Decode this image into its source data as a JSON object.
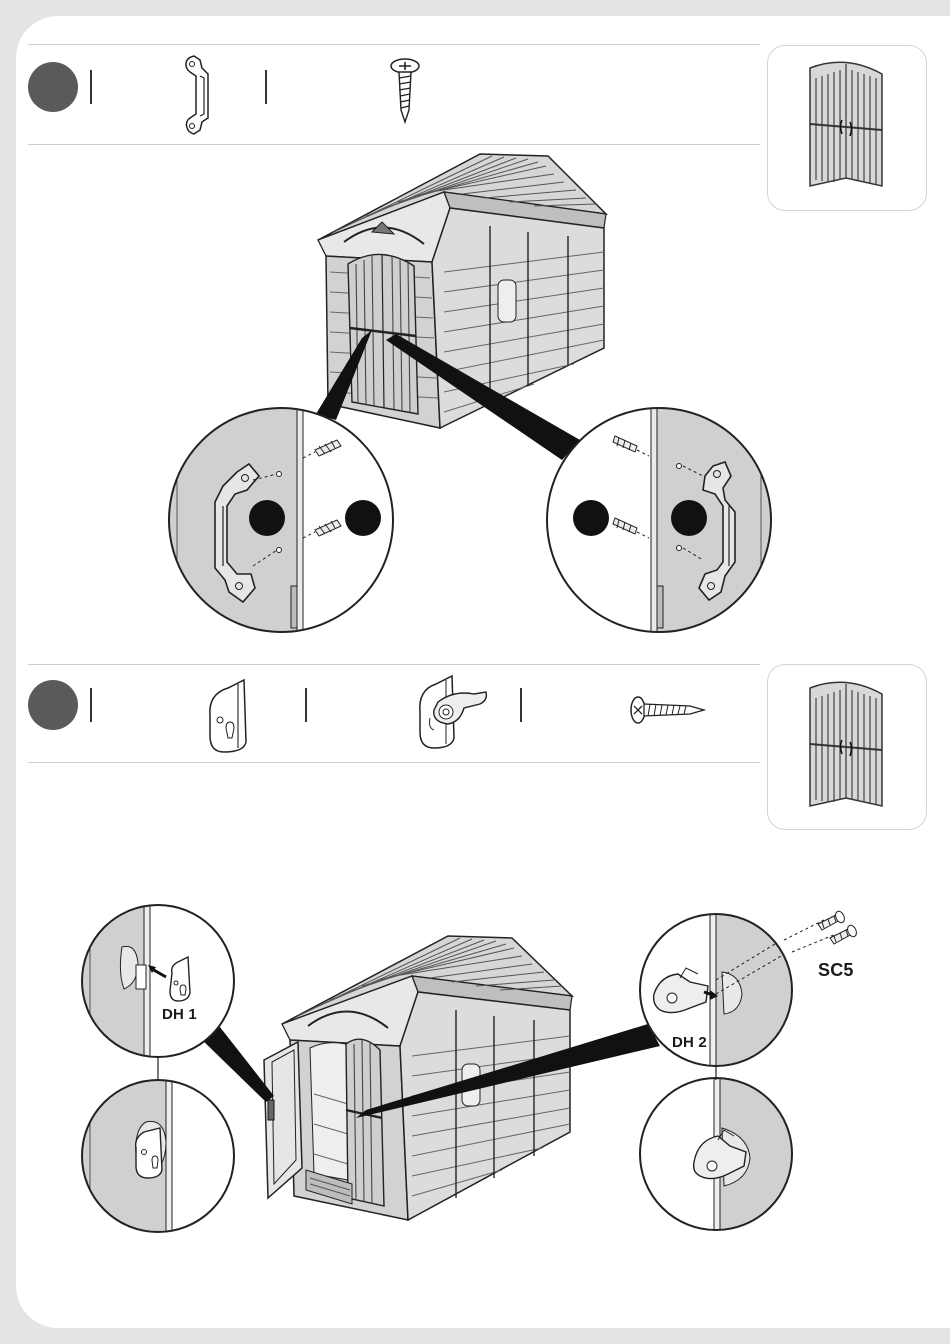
{
  "labels": {
    "dh1": "DH 1",
    "dh2": "DH 2",
    "sc5": "SC5"
  },
  "icons": {
    "step_marker": "filled-circle",
    "handle": "door-handle-icon",
    "screw": "screw-icon",
    "door_thumbnail": "double-door-icon",
    "shed": "shed-illustration",
    "door_hook_1": "door-hook-plate-icon",
    "door_hook_2": "door-hook-latch-icon"
  },
  "colors": {
    "marker": "#5a5a5a",
    "panel_gray": "#cfcfcf",
    "line": "#222222"
  }
}
